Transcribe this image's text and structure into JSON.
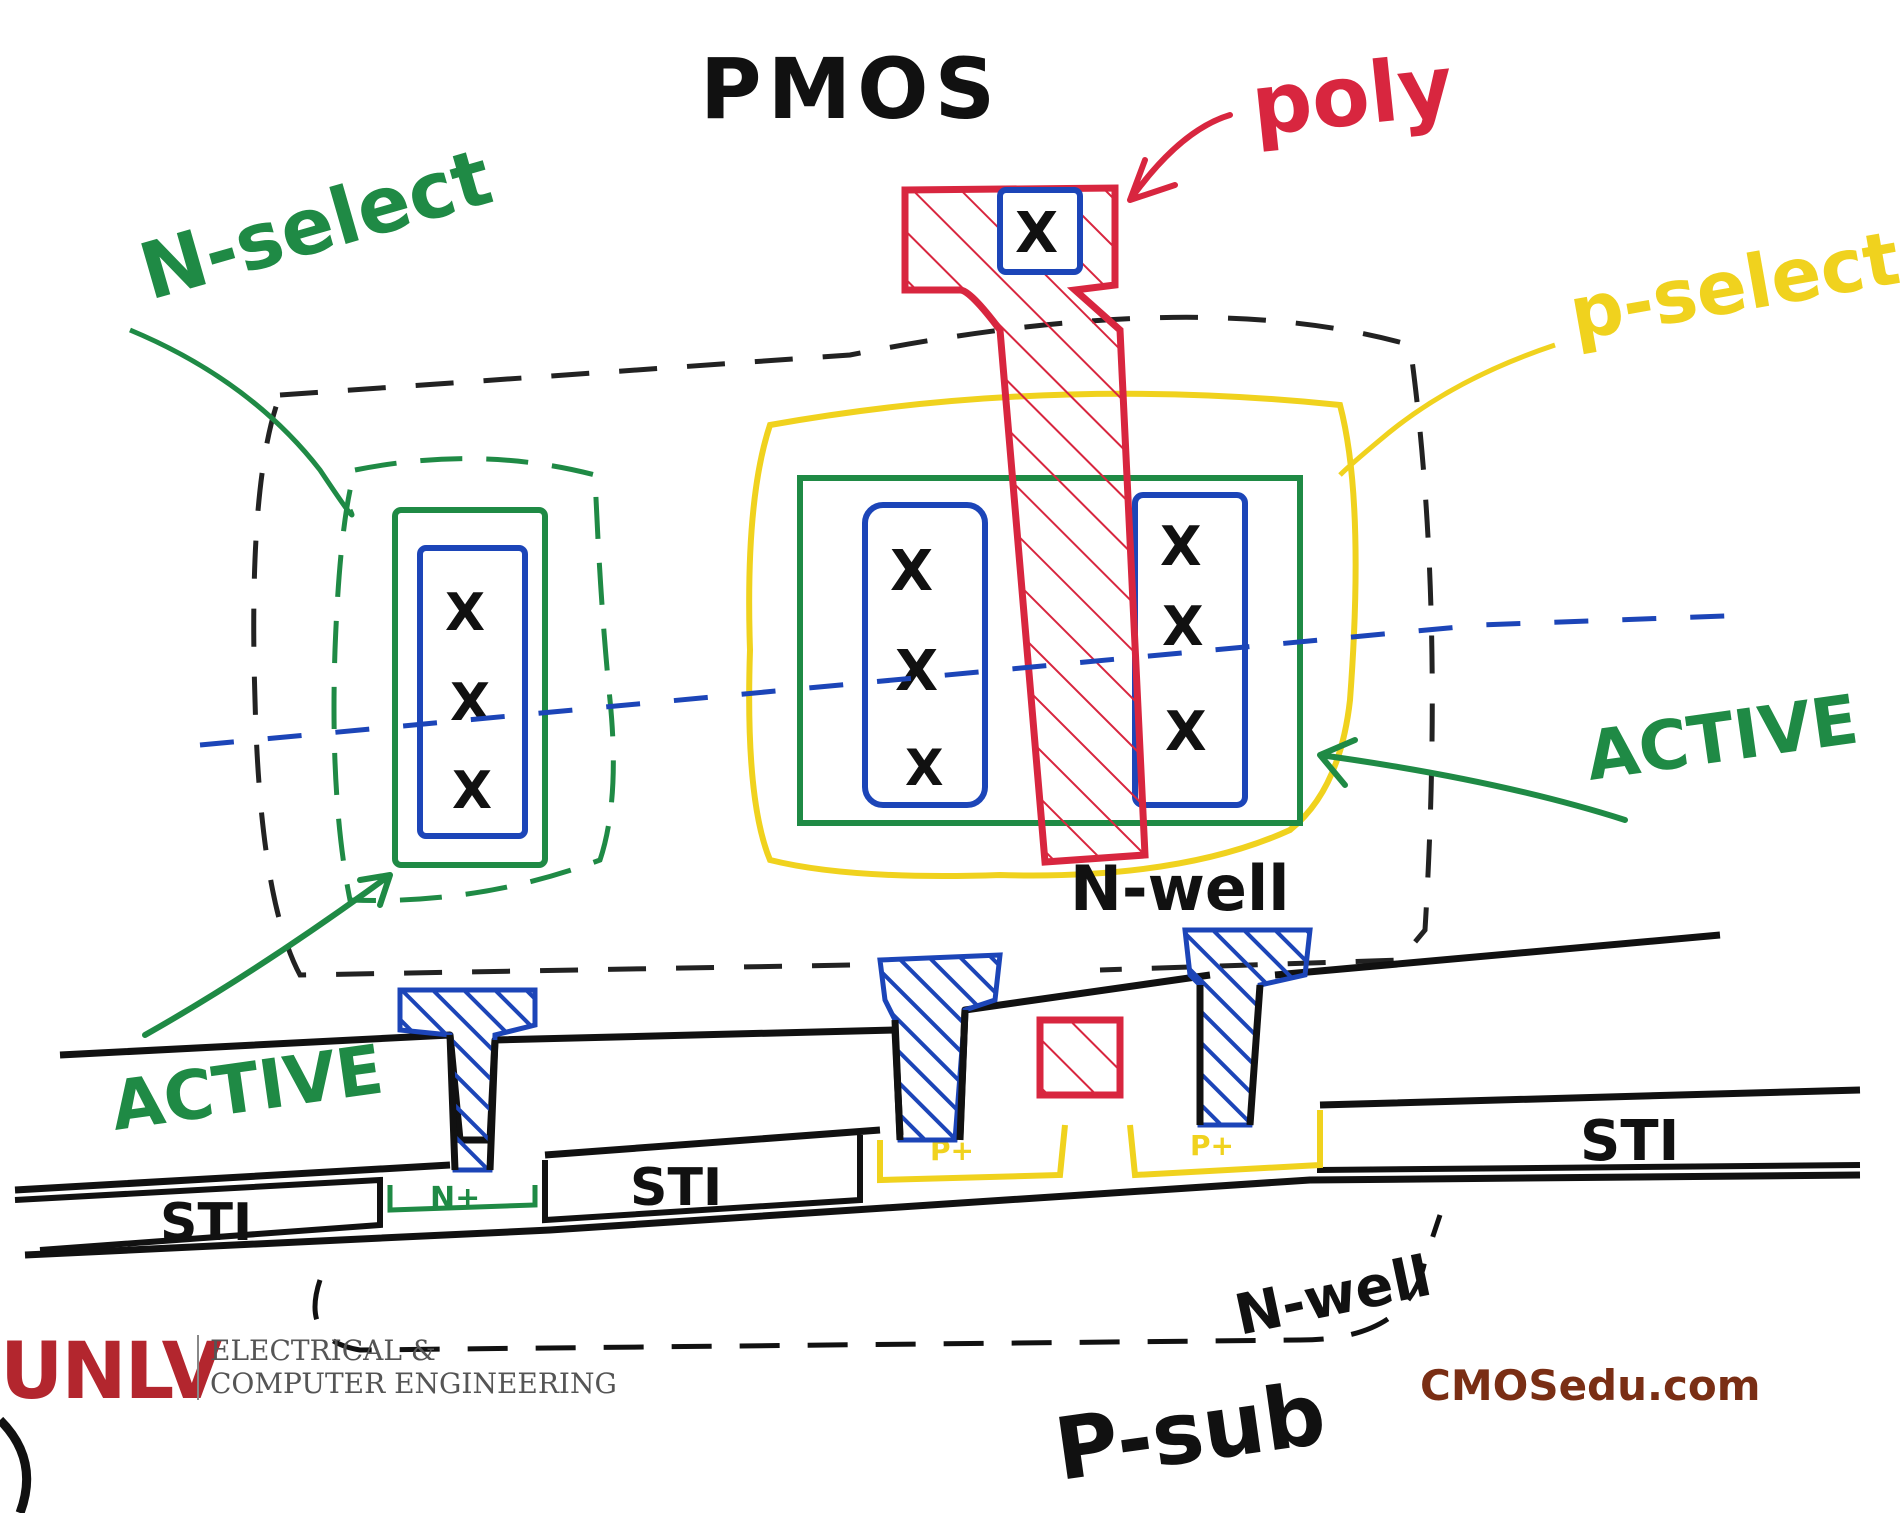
{
  "title": "PMOS",
  "labels": {
    "poly": "poly",
    "n_select": "N-select",
    "p_select": "p-select",
    "active_right": "ACTIVE",
    "active_left": "ACTIVE",
    "n_well_top": "N-well",
    "n_well_bottom": "N-well",
    "p_sub": "P-sub",
    "sti_left": "STI",
    "sti_mid": "STI",
    "sti_right": "STI",
    "n_plus": "N+",
    "p_plus_left": "P+",
    "p_plus_right": "P+",
    "contact_mark": "X"
  },
  "footer": {
    "logo": "UNLV",
    "dept_line1": "ELECTRICAL &",
    "dept_line2": "COMPUTER ENGINEERING",
    "site": "CMOSedu.com"
  },
  "colors": {
    "poly": "#d8263f",
    "active": "#1f8a45",
    "contact": "#1c45b8",
    "p_select": "#f0d21e",
    "n_well": "#222222",
    "brand_red": "#b3262e",
    "site_brown": "#7a2e14"
  }
}
